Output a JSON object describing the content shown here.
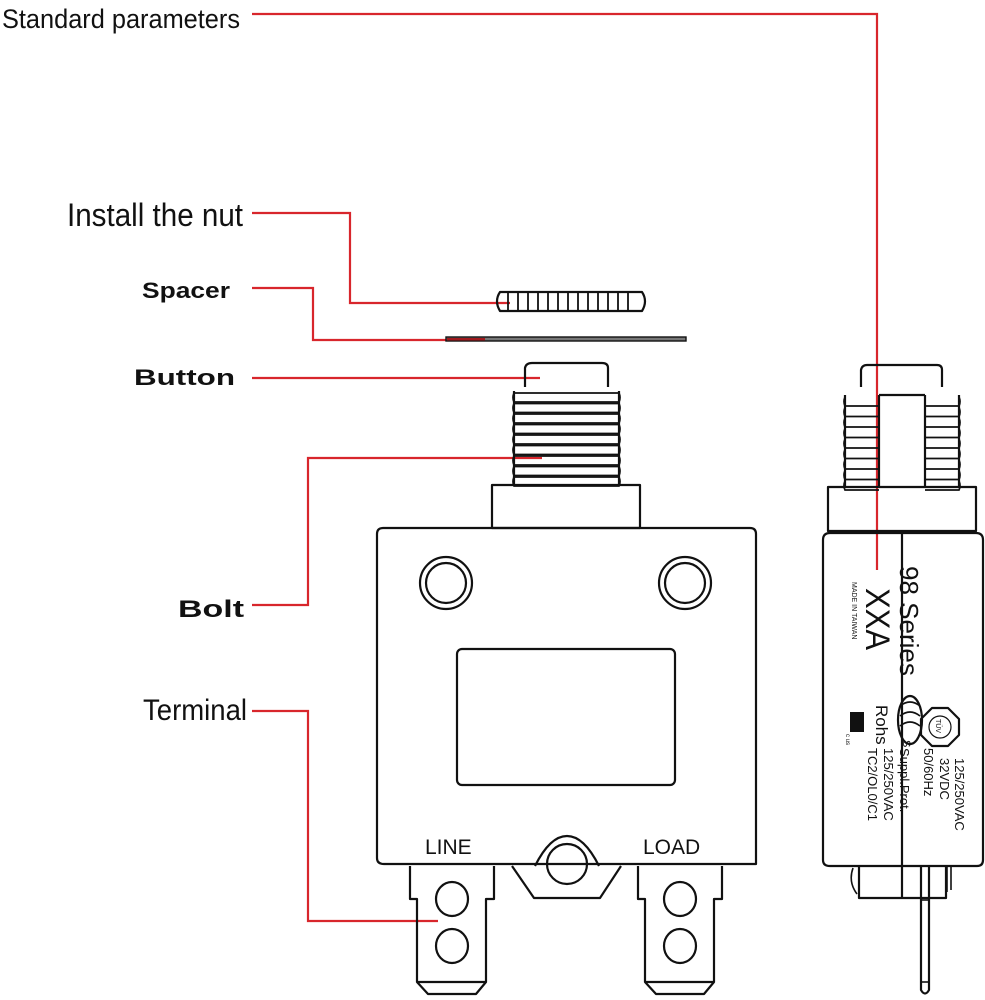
{
  "callouts": {
    "standard_parameters": "Standard parameters",
    "install_nut": "Install the nut",
    "spacer": "Spacer",
    "button": "Button",
    "bolt": "Bolt",
    "terminal": "Terminal"
  },
  "front_view": {
    "line_label": "LINE",
    "load_label": "LOAD"
  },
  "side_label": {
    "series": "98 Series",
    "model": "XXA",
    "made_in": "MADE IN TAIWAN",
    "rohs": "Rohs",
    "tuv_mark": "TÜV",
    "ccc_mark": "CCC",
    "ul_mark": "UL",
    "ratings": [
      "125/250VAC",
      "32VDC",
      "50/60Hz",
      "Suppl.Prot.",
      "125/250VAC",
      "TC2/OL0/C1"
    ]
  },
  "colors": {
    "leader": "#d8262c",
    "ink": "#111111",
    "background": "#ffffff"
  }
}
